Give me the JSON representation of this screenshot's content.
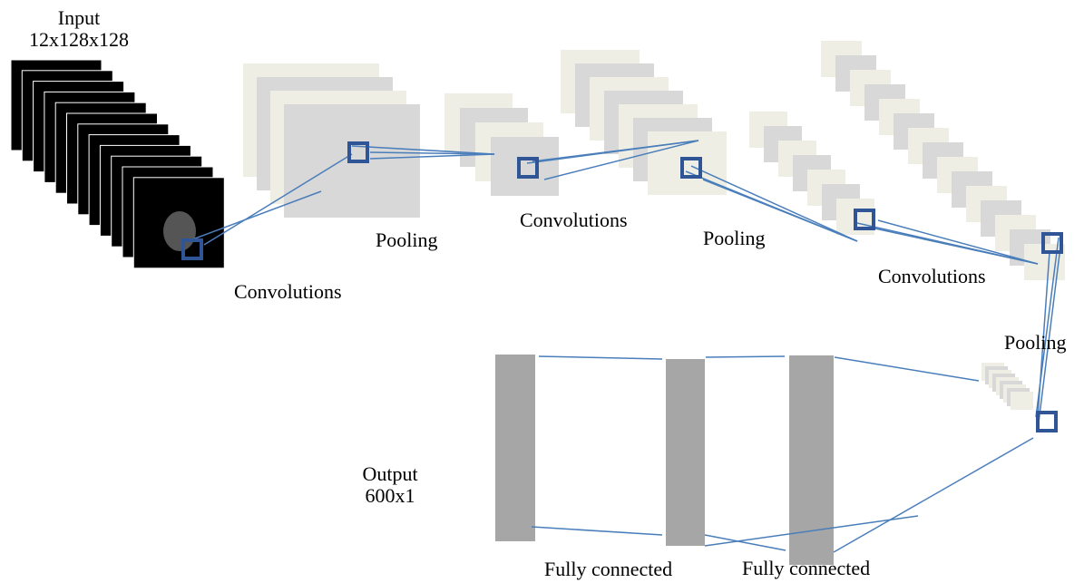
{
  "labels": {
    "input_title": "Input",
    "input_size": "12x128x128",
    "conv1": "Convolutions",
    "pool1": "Pooling",
    "conv2": "Convolutions",
    "pool2": "Pooling",
    "conv3": "Convolutions",
    "pool3": "Pooling",
    "output_title": "Output",
    "output_size": "600x1",
    "fc1": "Fully connected",
    "fc2": "Fully connected"
  },
  "colors": {
    "input_slice": "#000000",
    "feature_cream": "#eeeee4",
    "feature_gray": "#d8d8d8",
    "fc_layer": "#a6a6a6",
    "connector": "#4a7ebb",
    "kernel": "#2f5597",
    "lesion": "#555555"
  }
}
